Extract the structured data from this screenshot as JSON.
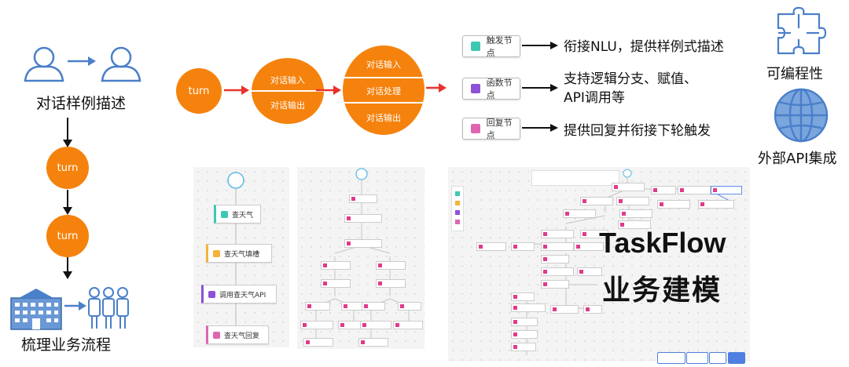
{
  "left": {
    "dialog_label": "对话样例描述",
    "turn1": "turn",
    "turn2": "turn",
    "process_label": "梳理业务流程"
  },
  "top_flow": {
    "turn": "turn",
    "c2_top": "对话输入",
    "c2_bottom": "对话输出",
    "c3_top": "对话输入",
    "c3_mid": "对话处理",
    "c3_bottom": "对话输出"
  },
  "nodes": [
    {
      "label": "触发节点",
      "desc": "衔接NLU，提供样例式描述",
      "color": "#3ec8b4"
    },
    {
      "label": "函数节点",
      "desc_line1": "支持逻辑分支、赋值、",
      "desc_line2": "API调用等",
      "color": "#8d52d6"
    },
    {
      "label": "回复节点",
      "desc": "提供回复并衔接下轮触发",
      "color": "#e065b0"
    }
  ],
  "right": {
    "programmable": "可编程性",
    "external_api": "外部API集成"
  },
  "flow1": {
    "items": [
      {
        "label": "查天气",
        "color": "#3ec8b4"
      },
      {
        "label": "查天气填槽",
        "color": "#f5b23a"
      },
      {
        "label": "调用查天气API",
        "color": "#8d52d6"
      },
      {
        "label": "查天气回复",
        "color": "#e065b0"
      }
    ]
  },
  "taskflow": {
    "line1": "TaskFlow",
    "line2": "业务建模"
  },
  "colors": {
    "orange": "#f5820d",
    "red_arrow": "#e8322b",
    "blue_icon": "#4a7fc9"
  }
}
